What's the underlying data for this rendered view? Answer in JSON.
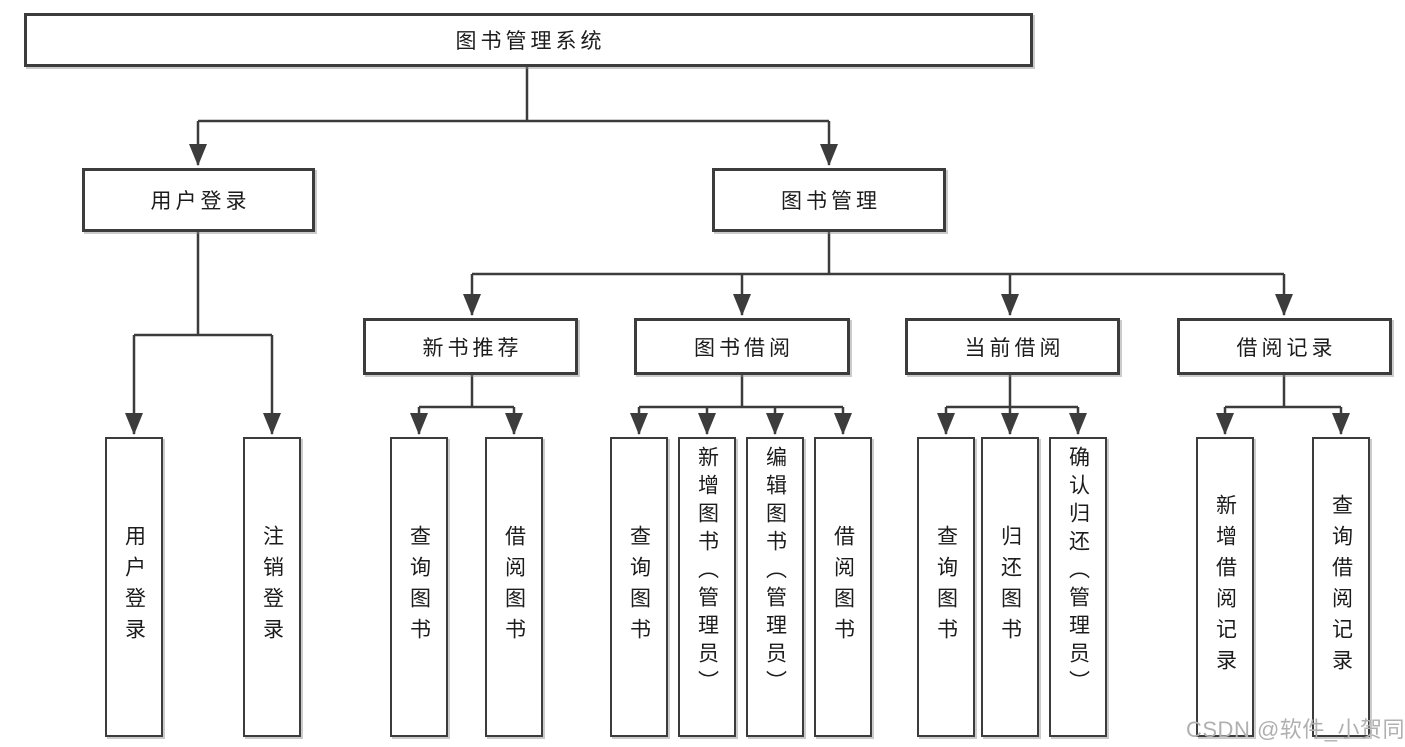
{
  "diagram": {
    "root": {
      "label": "图书管理系统"
    },
    "level2": {
      "user_login": {
        "label": "用户登录"
      },
      "book_mgmt": {
        "label": "图书管理"
      }
    },
    "level3": {
      "new_book": {
        "label": "新书推荐"
      },
      "book_borrow": {
        "label": "图书借阅"
      },
      "current_borrow": {
        "label": "当前借阅"
      },
      "borrow_records": {
        "label": "借阅记录"
      }
    },
    "leaves": {
      "login": [
        "用户登录",
        "注销登录"
      ],
      "new_book": [
        "查询图书",
        "借阅图书"
      ],
      "book_borrow": [
        "查询图书",
        "新增图书（管理员）",
        "编辑图书（管理员）",
        "借阅图书"
      ],
      "current_borrow": [
        "查询图书",
        "归还图书",
        "确认归还（管理员）"
      ],
      "borrow_records": [
        "新增借阅记录",
        "查询借阅记录"
      ]
    }
  },
  "watermark": "CSDN @软件_小贺同学",
  "colors": {
    "line": "#3c3c3c",
    "text": "#1c1c1c",
    "box_fill": "#ffffff",
    "watermark": "#b0b0b0"
  }
}
